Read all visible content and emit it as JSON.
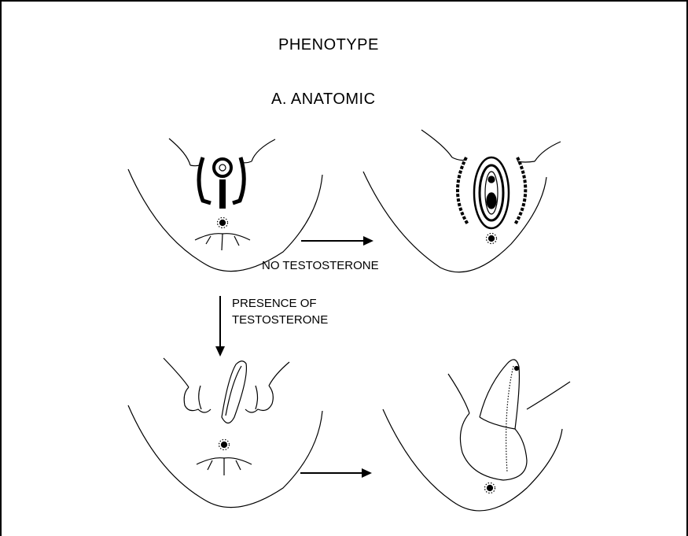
{
  "diagram": {
    "title": "PHENOTYPE",
    "subtitle": "A. ANATOMIC",
    "no_testosterone_label": "NO TESTOSTERONE",
    "testosterone_label_line1": "PRESENCE OF",
    "testosterone_label_line2": "TESTOSTERONE"
  }
}
